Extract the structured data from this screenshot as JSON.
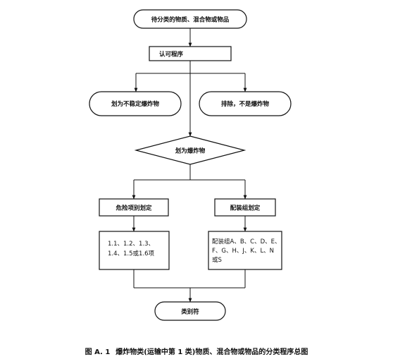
{
  "nodes": {
    "start": "待分类的物质、混合物或物品",
    "approval": "认可程序",
    "unstable": "划为不稳定爆炸物",
    "excluded": "排除，不是爆炸物",
    "decision": "划为爆炸物",
    "division": "危险项别划定",
    "compat": "配装组划定",
    "div_list": [
      "1.1、1.2、1.3、",
      "1.4、1.5或1.6项"
    ],
    "compat_list": [
      "配装组A、B、C、D、E、",
      "F、G、H、J、K、L、N",
      "或S"
    ],
    "end": "类别符"
  },
  "caption": {
    "label": "图 A. 1",
    "text": "爆炸物类(运输中第 1 类)物质、混合物或物品的分类程序总图"
  }
}
